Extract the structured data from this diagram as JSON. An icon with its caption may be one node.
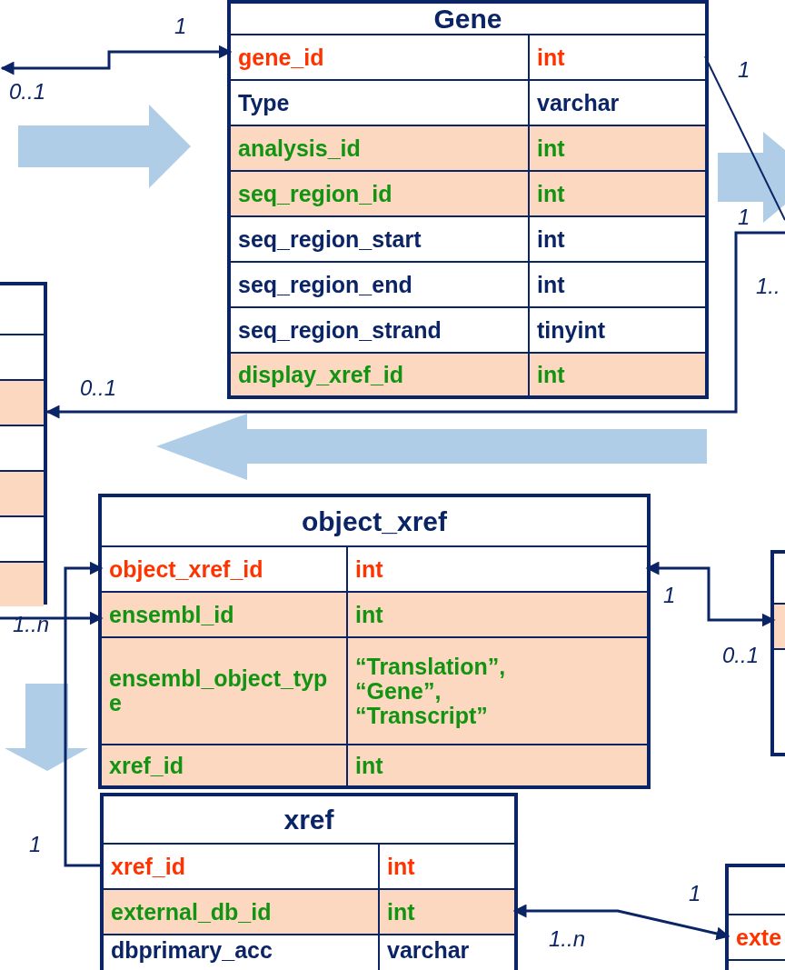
{
  "diagram": {
    "nodes": [
      {
        "text": [
          "Gene"
        ]
      },
      {
        "text": [
          "gene_id",
          "int"
        ],
        "in": 0
      },
      {
        "text": [
          "Type",
          "varchar"
        ],
        "in": 0
      },
      {
        "text": [
          "analysis_id",
          "int"
        ],
        "in": 0
      },
      {
        "text": [
          "seq_region_id",
          "int"
        ],
        "in": 0
      },
      {
        "text": [
          "seq_region_start",
          "int"
        ],
        "in": 0
      },
      {
        "text": [
          "seq_region_end",
          "int"
        ],
        "in": 0
      },
      {
        "text": [
          "seq_region_strand",
          "tinyint"
        ],
        "in": 0
      },
      {
        "text": [
          "display_xref_id",
          "int"
        ],
        "in": 0
      },
      {
        "text": [],
        "shape": "box"
      },
      {
        "text": [
          "object_xref"
        ]
      },
      {
        "text": [
          "object_xref_id",
          "int"
        ],
        "in": 10
      },
      {
        "text": [
          "ensembl_id",
          "int"
        ],
        "in": 10
      },
      {
        "text": [
          "ensembl_object_type",
          "“Translation”, “Gene”, “Transcript”"
        ],
        "in": 10
      },
      {
        "text": [
          "xref_id",
          "int"
        ],
        "in": 10
      },
      {
        "text": [],
        "shape": "box"
      },
      {
        "text": [],
        "shape": "box",
        "in": 15
      },
      {
        "text": [
          "xref"
        ]
      },
      {
        "text": [
          "xref_id",
          "int"
        ],
        "in": 17
      },
      {
        "text": [
          "external_db_id",
          "int"
        ],
        "in": 17
      },
      {
        "text": [
          "dbprimary_acc",
          "varchar"
        ],
        "in": 17
      },
      {
        "text": [],
        "shape": "box"
      },
      {
        "text": [
          "exte"
        ],
        "in": 21
      }
    ],
    "edges": [
      {
        "from": null,
        "to": 1,
        "arrow": "both"
      },
      {
        "from": 1,
        "to": null,
        "arrow": "none"
      },
      {
        "from": null,
        "to": 9,
        "arrow": "to"
      },
      {
        "from": null,
        "to": 12,
        "arrow": "to"
      },
      {
        "from": 18,
        "to": 11,
        "arrow": "to"
      },
      {
        "from": 11,
        "to": 16,
        "arrow": "both"
      },
      {
        "from": 19,
        "to": 22,
        "arrow": "both"
      }
    ],
    "labels": [
      "1",
      "1",
      "0..1",
      "1",
      "1..",
      "0..1",
      "1",
      "1..n",
      "0..1",
      "1",
      "1",
      "1..n"
    ]
  }
}
